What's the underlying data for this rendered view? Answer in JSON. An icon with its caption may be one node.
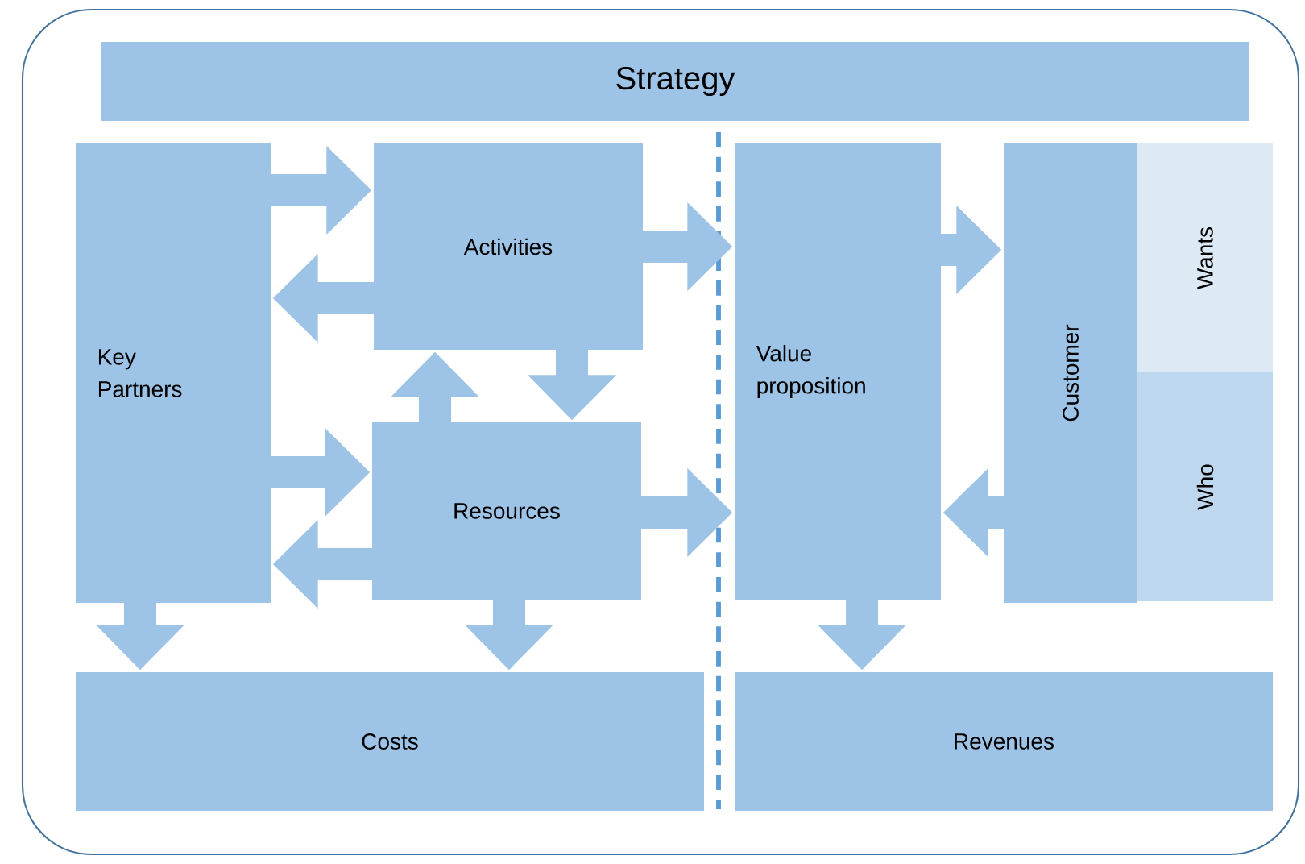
{
  "diagram": {
    "nodes": [
      {
        "text": [],
        "shape": "box"
      },
      {
        "text": [
          "Strategy"
        ],
        "in": 0
      },
      {
        "text": [
          "Key Partners"
        ],
        "in": 0
      },
      {
        "text": [
          "Activities"
        ],
        "in": 0
      },
      {
        "text": [
          "Resources"
        ],
        "in": 0
      },
      {
        "text": [
          "Value proposition"
        ],
        "in": 0
      },
      {
        "text": [
          "Customer"
        ],
        "in": 0
      },
      {
        "text": [
          "Wants"
        ],
        "in": 0
      },
      {
        "text": [
          "Who"
        ],
        "in": 0
      },
      {
        "text": [
          "Costs"
        ],
        "in": 0
      },
      {
        "text": [
          "Revenues"
        ],
        "in": 0
      }
    ],
    "edges": [
      {
        "from": 2,
        "to": 3,
        "arrow": "to"
      },
      {
        "from": 3,
        "to": 2,
        "arrow": "to"
      },
      {
        "from": 2,
        "to": 4,
        "arrow": "to"
      },
      {
        "from": 4,
        "to": 2,
        "arrow": "to"
      },
      {
        "from": 4,
        "to": 3,
        "arrow": "to"
      },
      {
        "from": 3,
        "to": 4,
        "arrow": "to"
      },
      {
        "from": 3,
        "to": 5,
        "arrow": "to"
      },
      {
        "from": 4,
        "to": 5,
        "arrow": "to"
      },
      {
        "from": 5,
        "to": 6,
        "arrow": "to"
      },
      {
        "from": 6,
        "to": 5,
        "arrow": "to"
      },
      {
        "from": 2,
        "to": 9,
        "arrow": "to"
      },
      {
        "from": 4,
        "to": 9,
        "arrow": "to"
      },
      {
        "from": 5,
        "to": 10,
        "arrow": "to"
      }
    ]
  }
}
